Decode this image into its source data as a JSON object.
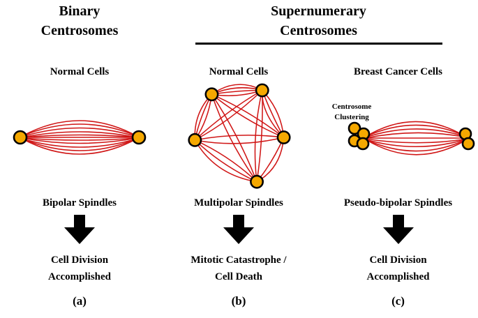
{
  "titles": {
    "binary": "Binary\nCentrosomes",
    "supernumerary": "Supernumerary\nCentrosomes"
  },
  "panels": {
    "a": {
      "cells": "Normal Cells",
      "spindles": "Bipolar Spindles",
      "outcome": "Cell Division\nAccomplished",
      "tag": "(a)"
    },
    "b": {
      "cells": "Normal Cells",
      "spindles": "Multipolar Spindles",
      "outcome": "Mitotic Catastrophe /\nCell Death",
      "tag": "(b)"
    },
    "c": {
      "cells": "Breast Cancer Cells",
      "annotation": "Centrosome\nClustering",
      "spindles": "Pseudo-bipolar Spindles",
      "outcome": "Cell Division\nAccomplished",
      "tag": "(c)"
    }
  },
  "colors": {
    "fiber": "#d01616",
    "centrosome": "#f5a800",
    "outline": "#000000"
  }
}
